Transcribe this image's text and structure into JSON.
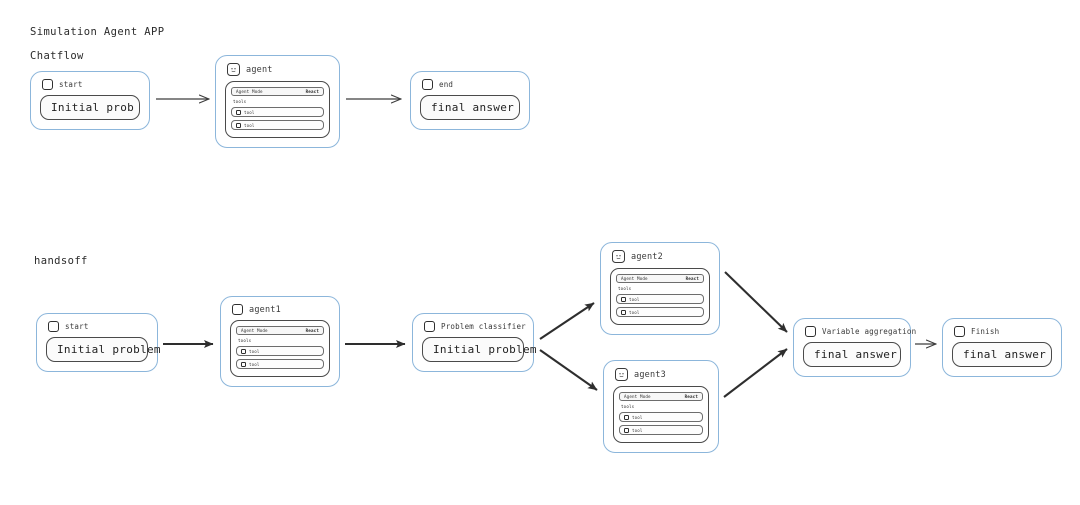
{
  "page": {
    "app_title": "Simulation Agent APP"
  },
  "sections": {
    "chatflow": {
      "label": "Chatflow"
    },
    "handsoff": {
      "label": "handsoff"
    }
  },
  "agent_panel_defaults": {
    "mode_label": "Agent Mode",
    "mode_value": "React",
    "tools_label": "tools",
    "tool_a": "tool",
    "tool_b": "tool"
  },
  "chatflow_nodes": {
    "start": {
      "title": "start",
      "value": "Initial prob",
      "icon": "checkbox-icon"
    },
    "agent": {
      "title": "agent",
      "icon": "agent-face-icon",
      "mode_label": "Agent Mode",
      "mode_value": "React",
      "tools_label": "tools",
      "tool_a": "tool",
      "tool_b": "tool"
    },
    "end": {
      "title": "end",
      "value": "final answer",
      "icon": "checkbox-icon"
    }
  },
  "handsoff_nodes": {
    "start": {
      "title": "start",
      "value": "Initial problem",
      "icon": "checkbox-icon"
    },
    "agent1": {
      "title": "agent1",
      "icon": "checkbox-icon",
      "mode_label": "Agent Mode",
      "mode_value": "React",
      "tools_label": "tools",
      "tool_a": "tool",
      "tool_b": "tool"
    },
    "classifier": {
      "title": "Problem classifier",
      "value": "Initial problem",
      "icon": "checkbox-icon"
    },
    "agent2": {
      "title": "agent2",
      "icon": "agent-face-icon",
      "mode_label": "Agent Mode",
      "mode_value": "React",
      "tools_label": "tools",
      "tool_a": "tool",
      "tool_b": "tool"
    },
    "agent3": {
      "title": "agent3",
      "icon": "agent-face-icon",
      "mode_label": "Agent Mode",
      "mode_value": "React",
      "tools_label": "tools",
      "tool_a": "tool",
      "tool_b": "tool"
    },
    "variable_aggregation": {
      "title": "Variable aggregation",
      "value": "final answer",
      "icon": "checkbox-icon"
    },
    "finish": {
      "title": "Finish",
      "value": "final answer",
      "icon": "checkbox-icon"
    }
  },
  "edges": [
    {
      "from": "start",
      "to": "agent",
      "flow": "chatflow"
    },
    {
      "from": "agent",
      "to": "end",
      "flow": "chatflow"
    },
    {
      "from": "start",
      "to": "agent1",
      "flow": "handsoff"
    },
    {
      "from": "agent1",
      "to": "classifier",
      "flow": "handsoff"
    },
    {
      "from": "classifier",
      "to": "agent2",
      "flow": "handsoff"
    },
    {
      "from": "classifier",
      "to": "agent3",
      "flow": "handsoff"
    },
    {
      "from": "agent2",
      "to": "variable_aggregation",
      "flow": "handsoff"
    },
    {
      "from": "agent3",
      "to": "variable_aggregation",
      "flow": "handsoff"
    },
    {
      "from": "variable_aggregation",
      "to": "finish",
      "flow": "handsoff"
    }
  ],
  "colors": {
    "node_border": "#8cb6db",
    "inner_border": "#4a4a4a",
    "text": "#2b2b2b",
    "arrow": "#3d3d3d",
    "canvas_bg": "#ffffff"
  }
}
